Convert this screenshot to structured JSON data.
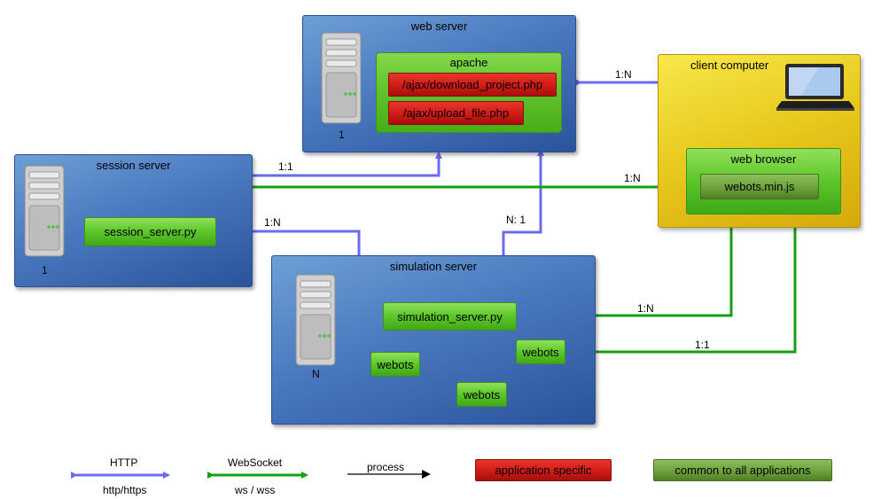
{
  "web_server": {
    "title": "web server",
    "count": "1",
    "apache": {
      "title": "apache",
      "files": [
        "/ajax/download_project.php",
        "/ajax/upload_file.php"
      ]
    }
  },
  "session_server": {
    "title": "session server",
    "count": "1",
    "process": "session_server.py"
  },
  "simulation_server": {
    "title": "simulation server",
    "count": "N",
    "process": "simulation_server.py",
    "children": [
      "webots",
      "webots",
      "webots"
    ]
  },
  "client": {
    "title": "client computer",
    "browser": {
      "title": "web browser",
      "script": "webots.min.js"
    }
  },
  "connections": {
    "client_web": "1:N",
    "session_web": "1:1",
    "session_client": "1:N",
    "session_sim": "1:N",
    "sim_web": "N: 1",
    "sim_client": "1:N",
    "webots_client": "1:1"
  },
  "legend": {
    "http": {
      "title": "HTTP",
      "subtitle": "http/https",
      "color": "#6b6bf2"
    },
    "websocket": {
      "title": "WebSocket",
      "subtitle": "ws / wss",
      "color": "#13a013"
    },
    "process": {
      "title": "process",
      "color": "#000000"
    },
    "app_specific": {
      "label": "application specific",
      "color": "#cc1a14"
    },
    "common": {
      "label": "common to all applications",
      "color": "#6a9e3a"
    }
  }
}
